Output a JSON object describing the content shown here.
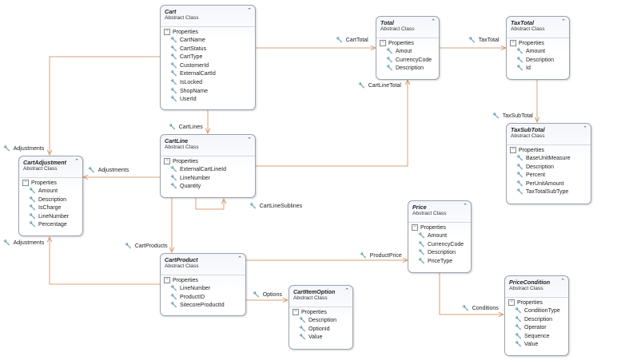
{
  "section_label": "Properties",
  "classes": {
    "cart": {
      "name": "Cart",
      "kind": "Abstract Class",
      "properties": [
        "CartName",
        "CartStatus",
        "CartType",
        "CustomerId",
        "ExternalCartId",
        "IsLocked",
        "ShopName",
        "UserId"
      ]
    },
    "total": {
      "name": "Total",
      "kind": "Abstract Class",
      "properties": [
        "Amout",
        "CurrencyCode",
        "Description"
      ]
    },
    "taxtotal": {
      "name": "TaxTotal",
      "kind": "Abstract Class",
      "properties": [
        "Amount",
        "Description",
        "Id"
      ]
    },
    "taxsubtotal": {
      "name": "TaxSubTotal",
      "kind": "Abstract Class",
      "properties": [
        "BaseUnitMeasure",
        "Description",
        "Percent",
        "PerUnitAmount",
        "TaxTotalSubType"
      ]
    },
    "cartline": {
      "name": "CartLine",
      "kind": "Abstract Class",
      "properties": [
        "ExternalCartLineId",
        "LineNumber",
        "Quantity"
      ]
    },
    "cartadjustment": {
      "name": "CartAdjustment",
      "kind": "Abstract Class",
      "properties": [
        "Amount",
        "Description",
        "IsCharge",
        "LineNumber",
        "Percentage"
      ]
    },
    "price": {
      "name": "Price",
      "kind": "Abstract Class",
      "properties": [
        "Amount",
        "CurrencyCode",
        "Description",
        "PriceType"
      ]
    },
    "cartproduct": {
      "name": "CartProduct",
      "kind": "Abstract Class",
      "properties": [
        "LineNumber",
        "ProductID",
        "SitecoreProductId"
      ]
    },
    "cartitemoption": {
      "name": "CartItemOption",
      "kind": "Abstract Class",
      "properties": [
        "Description",
        "OptionId",
        "Value"
      ]
    },
    "pricecondition": {
      "name": "PriceCondition",
      "kind": "Abstract Class",
      "properties": [
        "ConditionType",
        "Description",
        "Operator",
        "Sequence",
        "Value"
      ]
    }
  },
  "associations": {
    "cart_total": "CartTotal",
    "tax_total": "TaxTotal",
    "cart_line_total": "CartLineTotal",
    "tax_sub_total": "TaxSubTotal",
    "cart_lines": "CartLines",
    "adjustments_top": "Adjustments",
    "adjustments_mid": "Adjustments",
    "adjustments_bottom": "Adjustments",
    "cart_line_sublines": "CartLineSublines",
    "cart_products": "CartProducts",
    "product_price": "ProductPrice",
    "options": "Options",
    "conditions": "Conditions"
  },
  "colors": {
    "connector": "#d9a07a",
    "border": "#9aa3b0"
  }
}
